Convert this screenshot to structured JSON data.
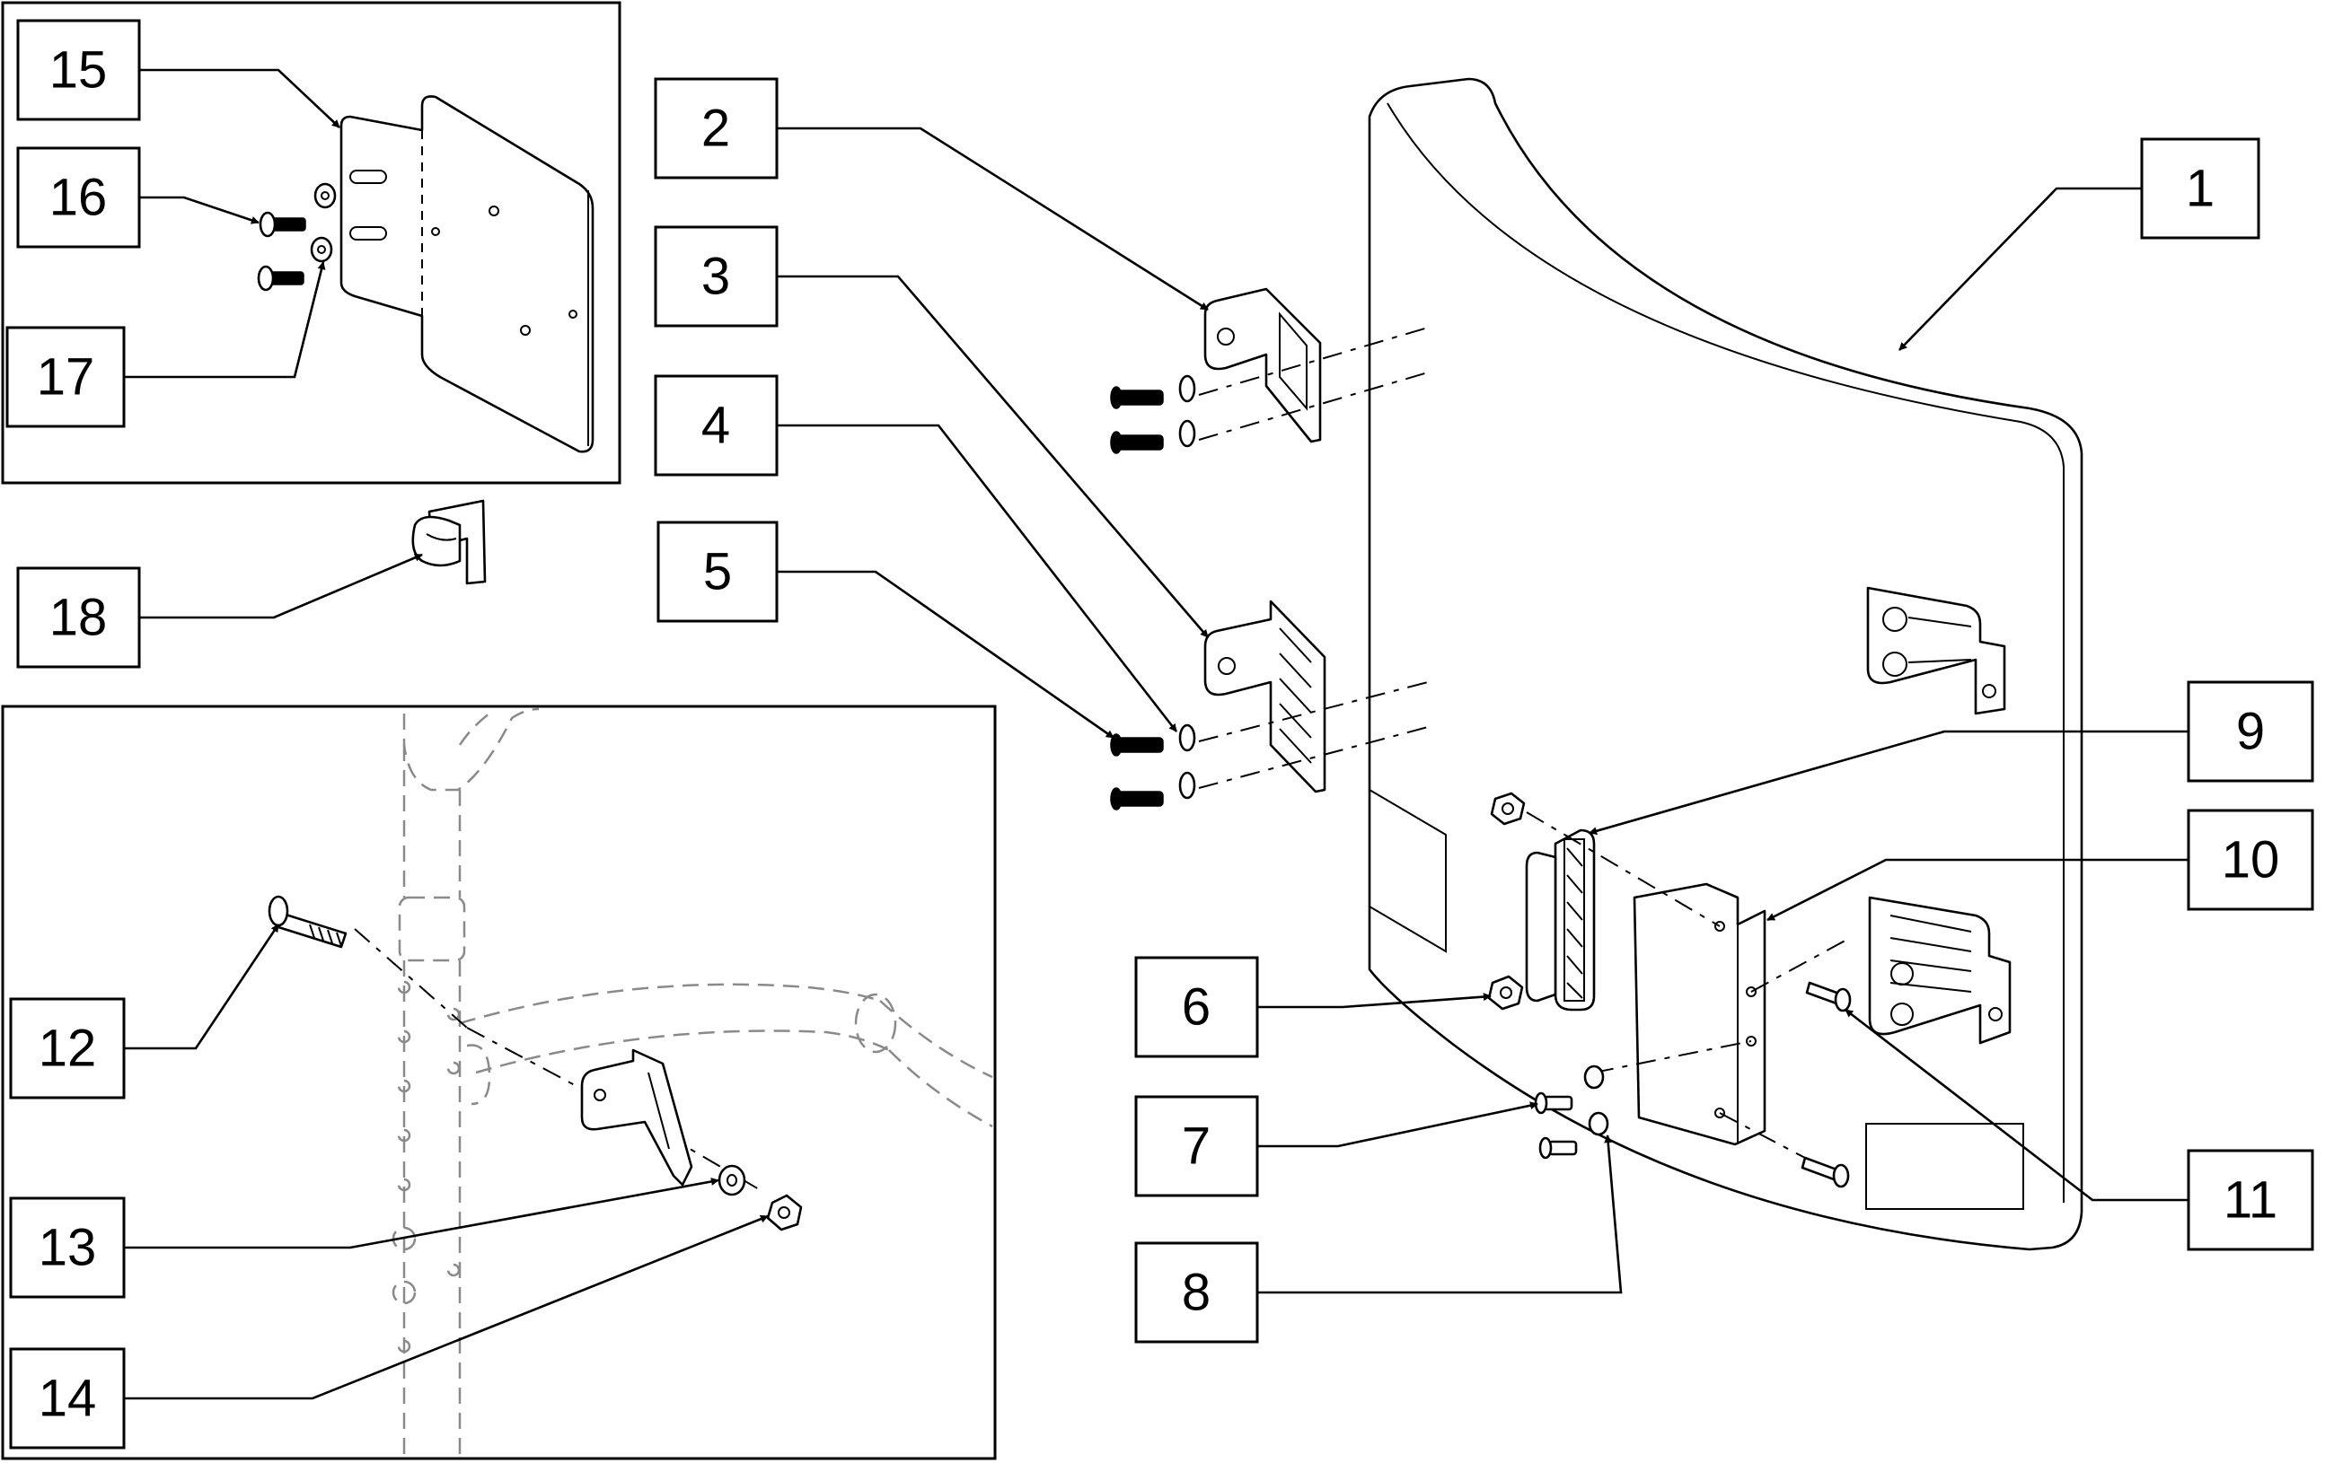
{
  "diagram": {
    "callouts": [
      {
        "id": "1",
        "label": "1"
      },
      {
        "id": "2",
        "label": "2"
      },
      {
        "id": "3",
        "label": "3"
      },
      {
        "id": "4",
        "label": "4"
      },
      {
        "id": "5",
        "label": "5"
      },
      {
        "id": "6",
        "label": "6"
      },
      {
        "id": "7",
        "label": "7"
      },
      {
        "id": "8",
        "label": "8"
      },
      {
        "id": "9",
        "label": "9"
      },
      {
        "id": "10",
        "label": "10"
      },
      {
        "id": "11",
        "label": "11"
      },
      {
        "id": "12",
        "label": "12"
      },
      {
        "id": "13",
        "label": "13"
      },
      {
        "id": "14",
        "label": "14"
      },
      {
        "id": "15",
        "label": "15"
      },
      {
        "id": "16",
        "label": "16"
      },
      {
        "id": "17",
        "label": "17"
      },
      {
        "id": "18",
        "label": "18"
      }
    ],
    "colors": {
      "line": "#000000",
      "phantom": "#8a8a8a",
      "background": "#ffffff"
    }
  }
}
